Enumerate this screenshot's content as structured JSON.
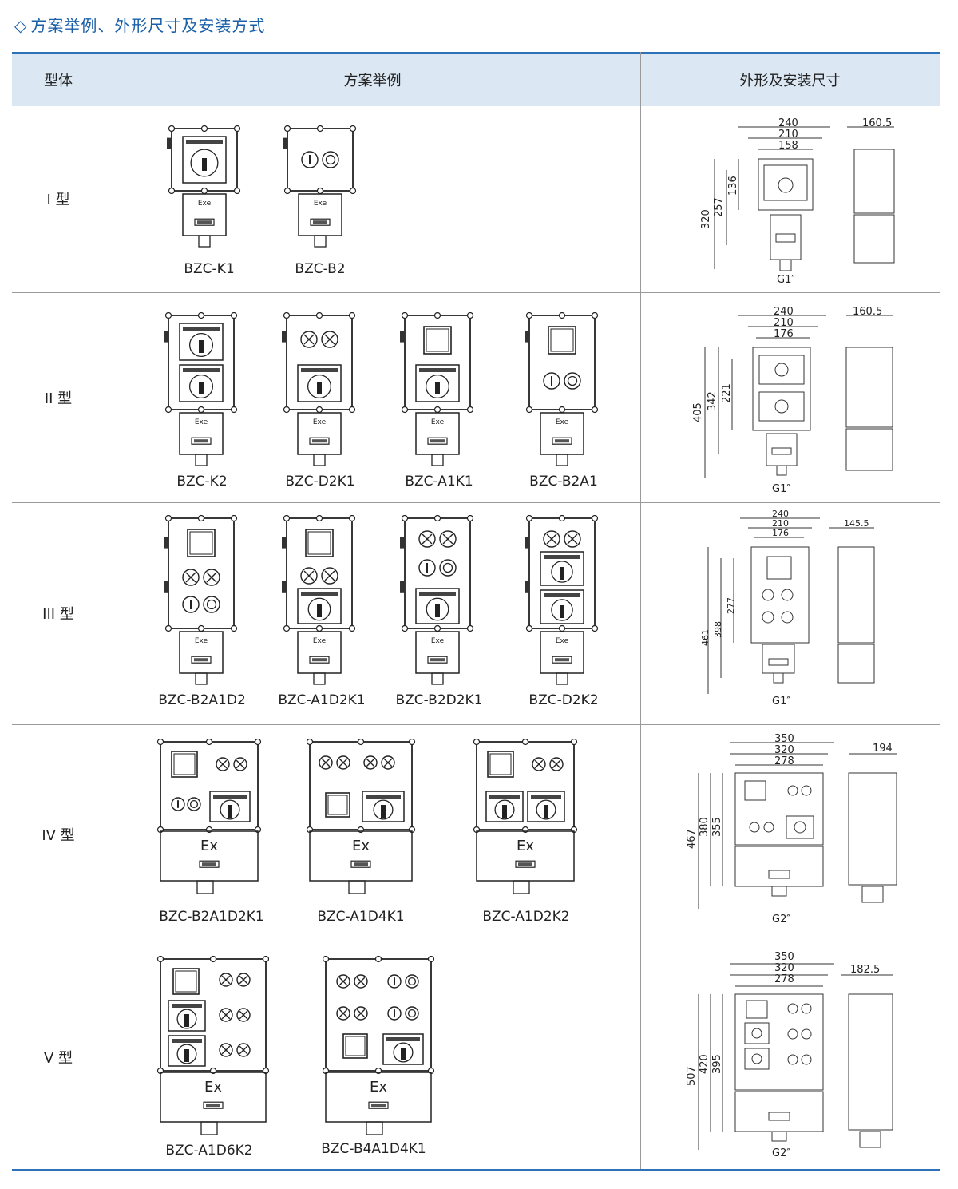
{
  "section_title": "方案举例、外形尺寸及安装方式",
  "table": {
    "headers": {
      "type": "型体",
      "scheme": "方案举例",
      "dims": "外形及安装尺寸"
    },
    "rows": [
      {
        "type": "I 型",
        "models": [
          "BZC-K1",
          "BZC-B2"
        ],
        "dims": {
          "widths": [
            "240",
            "210",
            "158"
          ],
          "side": "160.5",
          "heights": [
            "320",
            "257",
            "136"
          ],
          "thread": "G1″"
        }
      },
      {
        "type": "II 型",
        "models": [
          "BZC-K2",
          "BZC-D2K1",
          "BZC-A1K1",
          "BZC-B2A1"
        ],
        "dims": {
          "widths": [
            "240",
            "210",
            "176"
          ],
          "side": "160.5",
          "heights": [
            "405",
            "342",
            "221"
          ],
          "thread": "G1″"
        }
      },
      {
        "type": "III 型",
        "models": [
          "BZC-B2A1D2",
          "BZC-A1D2K1",
          "BZC-B2D2K1",
          "BZC-D2K2"
        ],
        "dims": {
          "widths": [
            "240",
            "210",
            "176"
          ],
          "side": "145.5",
          "heights": [
            "461",
            "398",
            "277"
          ],
          "thread": "G1″"
        }
      },
      {
        "type": "IV 型",
        "models": [
          "BZC-B2A1D2K1",
          "BZC-A1D4K1",
          "BZC-A1D2K2"
        ],
        "dims": {
          "widths": [
            "350",
            "320",
            "278"
          ],
          "side": "194",
          "heights": [
            "467",
            "380",
            "355"
          ],
          "thread": "G2″"
        }
      },
      {
        "type": "V 型",
        "models": [
          "BZC-A1D6K2",
          "BZC-B4A1D4K1"
        ],
        "dims": {
          "widths": [
            "350",
            "320",
            "278"
          ],
          "side": "182.5",
          "heights": [
            "507",
            "420",
            "395"
          ],
          "thread": "G2″"
        }
      }
    ]
  },
  "device_label": "Exe",
  "device_label_large": "Ex",
  "colors": {
    "accent": "#2d72b8",
    "header_bg": "#dbe8f4",
    "line": "#333333"
  }
}
